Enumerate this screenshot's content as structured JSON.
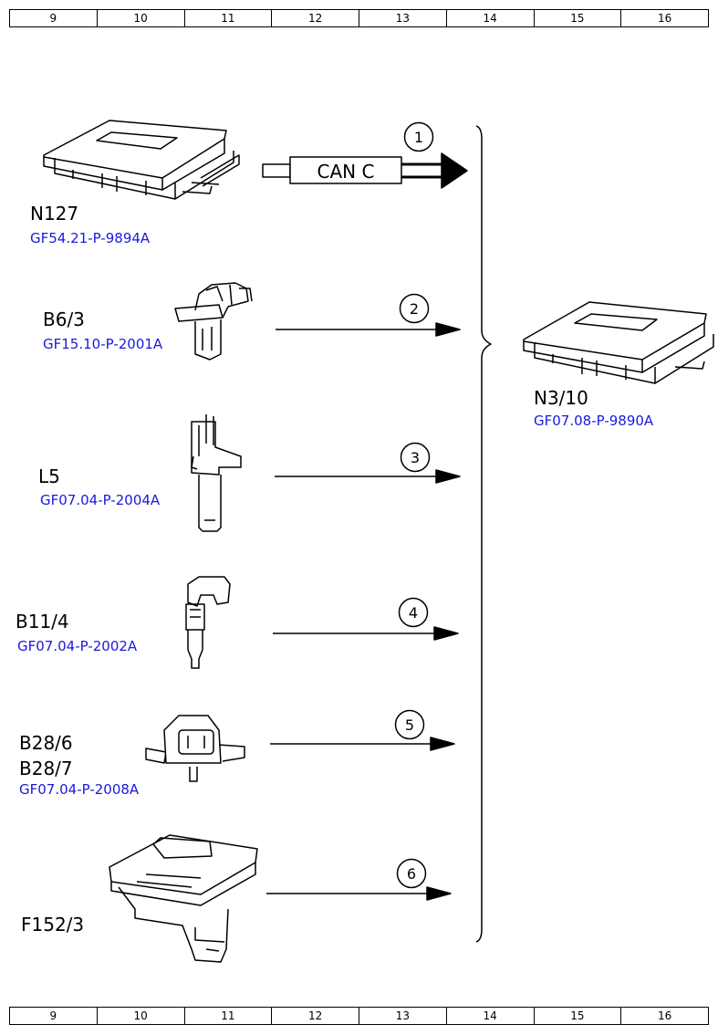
{
  "ruler": [
    "9",
    "10",
    "11",
    "12",
    "13",
    "14",
    "15",
    "16"
  ],
  "components": [
    {
      "id": "N127",
      "ref": "GF54.21-P-9894A"
    },
    {
      "id": "B6/3",
      "ref": "GF15.10-P-2001A"
    },
    {
      "id": "L5",
      "ref": "GF07.04-P-2004A"
    },
    {
      "id": "B11/4",
      "ref": "GF07.04-P-2002A"
    },
    {
      "id": "B28/6",
      "id2": "B28/7",
      "ref": "GF07.04-P-2008A"
    },
    {
      "id": "F152/3"
    }
  ],
  "target": {
    "id": "N3/10",
    "ref": "GF07.08-P-9890A"
  },
  "bus_label": "CAN C",
  "signals": [
    "1",
    "2",
    "3",
    "4",
    "5",
    "6"
  ]
}
